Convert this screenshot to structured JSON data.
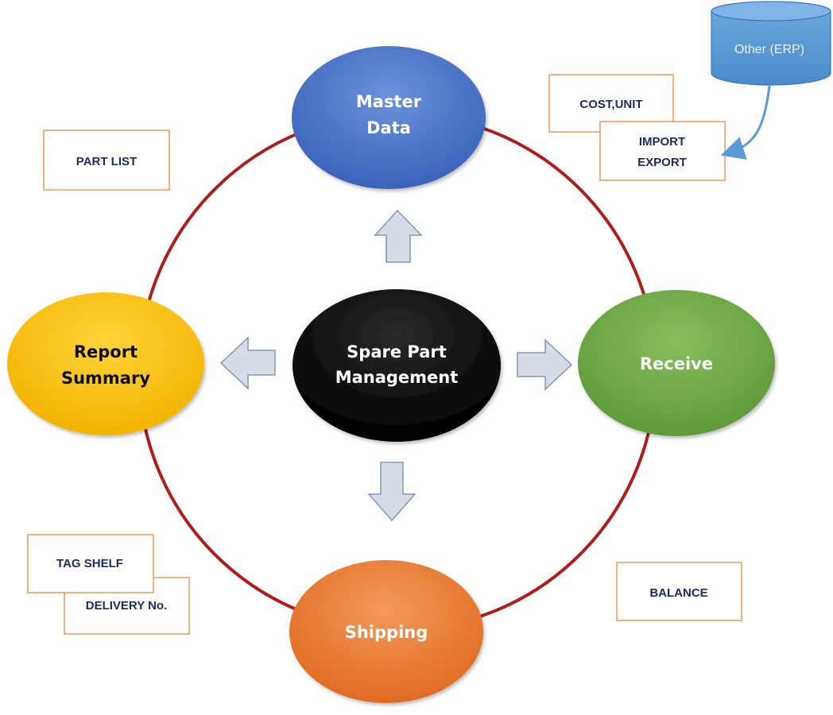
{
  "diagram": {
    "center": {
      "lines": [
        "Spare Part",
        "Management"
      ]
    },
    "nodes": {
      "master_data": {
        "lines": [
          "Master",
          "Data"
        ]
      },
      "receive": {
        "lines": [
          "Receive"
        ]
      },
      "shipping": {
        "lines": [
          "Shipping"
        ]
      },
      "report_summary": {
        "lines": [
          "Report",
          "Summary"
        ]
      }
    },
    "labels": {
      "part_list": "PART LIST",
      "cost_unit": "COST,UNIT",
      "import_export": [
        "IMPORT",
        "EXPORT"
      ],
      "tag_shelf": "TAG SHELF",
      "delivery_no": "DELIVERY No.",
      "balance": "BALANCE"
    },
    "database": {
      "label": "Other (ERP)"
    }
  },
  "colors": {
    "ring": "#b01c1c",
    "master_data": "#4472c4",
    "receive": "#70ad47",
    "shipping": "#ed7d31",
    "report_summary": "#ffc000",
    "center": "#000000",
    "label_border": "#ed7d31",
    "label_text": "#1f2a5c",
    "database": "#5b9bd5",
    "connector": "#5b9bd5",
    "arrow_fill": "#d6dde6",
    "arrow_stroke": "#8497b0"
  }
}
